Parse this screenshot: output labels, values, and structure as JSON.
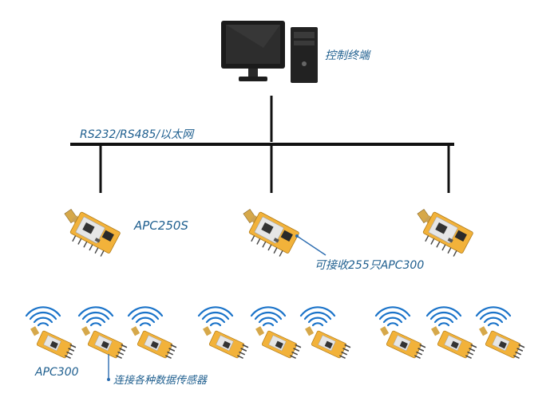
{
  "diagram": {
    "terminal_label": "控制终端",
    "bus_label": "RS232/RS485/以太网",
    "master_module_label": "APC250S",
    "receive_label": "可接收255只APC300",
    "sensor_module_label": "APC300",
    "sensor_connect_label": "连接各种数据传感器"
  },
  "colors": {
    "label_text": "#1f5f8f",
    "line": "#111111",
    "wifi_waves": "#1a73c9",
    "pcb": "#f2b23a",
    "shield": "#e6e6e6",
    "pins": "#444444",
    "antenna": "#d6a84a",
    "leader_line": "#2b6cb0"
  },
  "icons": [
    "computer-icon",
    "radio-module-icon",
    "wifi-signal-icon"
  ]
}
